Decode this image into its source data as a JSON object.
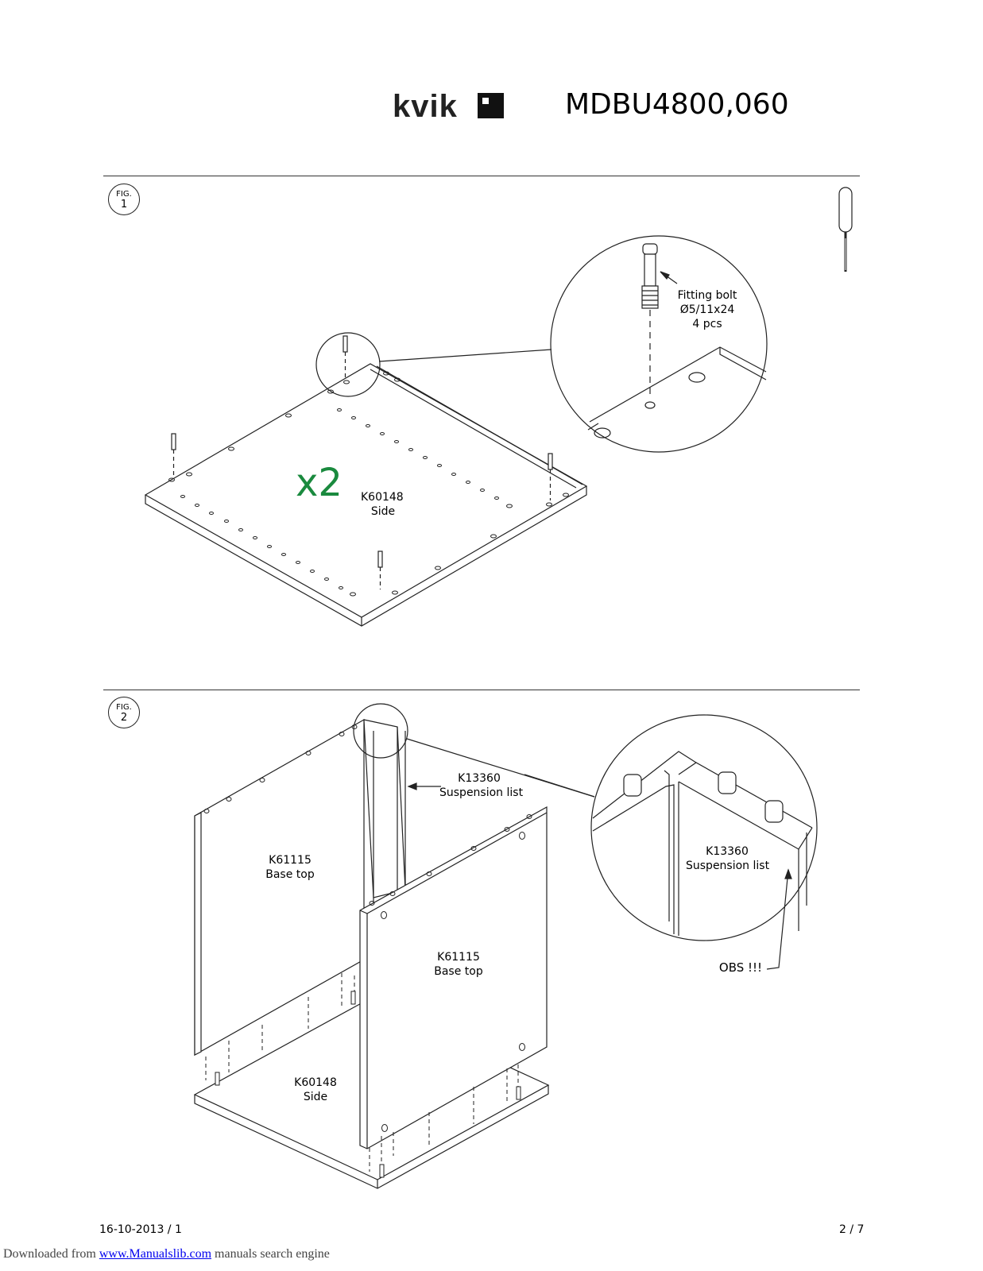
{
  "header": {
    "brand": "kvik",
    "model": "MDBU4800,060"
  },
  "fig1": {
    "badge_label": "FIG.",
    "badge_number": "1",
    "multiplier": "x2",
    "part_code": "K60148",
    "part_name": "Side",
    "callout": "Fitting bolt\nØ5/11x24\n4 pcs",
    "tool_icon": "screwdriver-icon"
  },
  "fig2": {
    "badge_label": "FIG.",
    "badge_number": "2",
    "suspension_top": "K13360\nSuspension list",
    "base_top_left": "K61115\nBase top",
    "base_top_right": "K61115\nBase top",
    "side_part": "K60148\nSide",
    "zoom_label": "K13360\nSuspension list",
    "warning": "OBS !!!"
  },
  "footer": {
    "date_rev": "16-10-2013 / 1",
    "page": "2  / 7",
    "download_prefix": "Downloaded from ",
    "download_link": "www.Manualslib.com",
    "download_suffix": "  manuals search engine"
  }
}
